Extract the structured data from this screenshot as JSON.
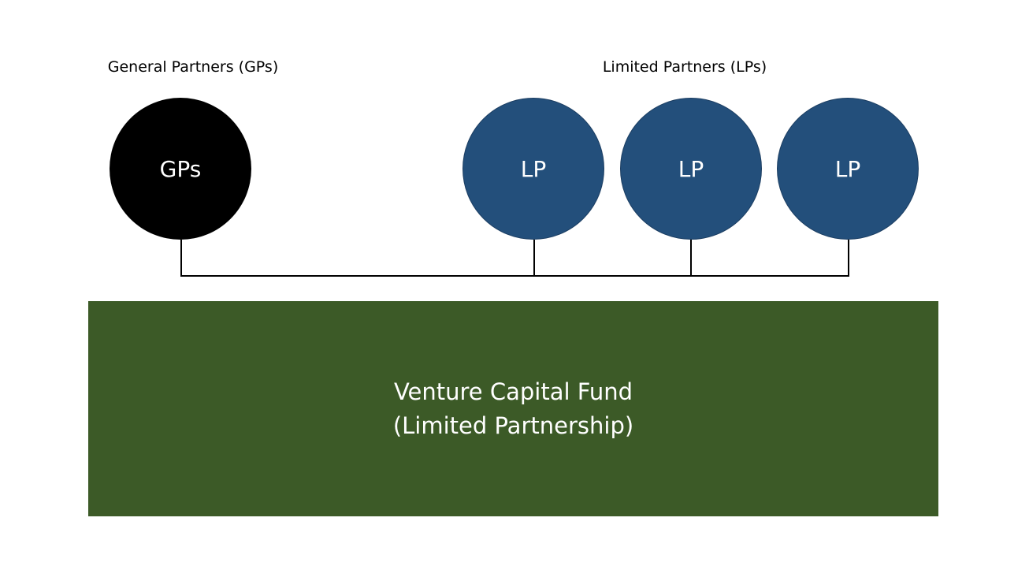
{
  "labels": {
    "general_partners": "General Partners (GPs)",
    "limited_partners": "Limited Partners (LPs)"
  },
  "nodes": {
    "gp": "GPs",
    "lps": [
      "LP",
      "LP",
      "LP"
    ]
  },
  "fund": {
    "line1": "Venture Capital Fund",
    "line2": "(Limited Partnership)"
  },
  "colors": {
    "gp_fill": "#000000",
    "lp_fill": "#234f7b",
    "fund_fill": "#3c5a27",
    "connector": "#000000"
  }
}
